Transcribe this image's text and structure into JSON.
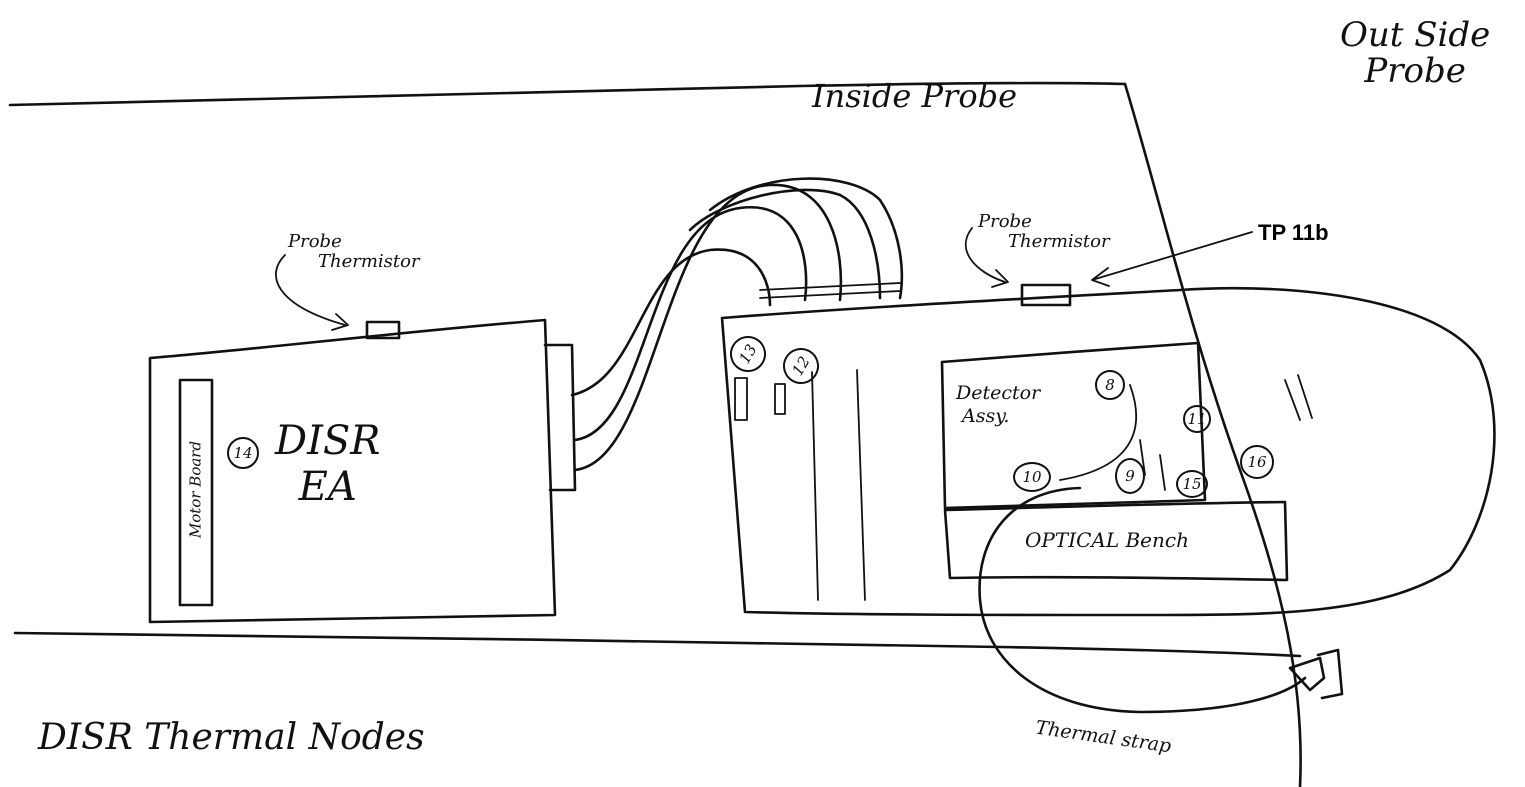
{
  "labels": {
    "outside_probe_line1": "Out Side",
    "outside_probe_line2": "Probe",
    "inside_probe": "Inside Probe",
    "probe_thermistor_left_line1": "Probe",
    "probe_thermistor_left_line2": "Thermistor",
    "probe_thermistor_right_line1": "Probe",
    "probe_thermistor_right_line2": "Thermistor",
    "tp_label": "TP 11b",
    "disr_ea_line1": "DISR",
    "disr_ea_line2": "EA",
    "motor_board": "Motor Board",
    "detector_assy_line1": "Detector",
    "detector_assy_line2": "Assy.",
    "optical_bench": "OPTICAL Bench",
    "thermal_strap": "Thermal strap",
    "title": "DISR Thermal Nodes"
  },
  "nodes": {
    "n14": "14",
    "n13": "13",
    "n12": "12",
    "n8": "8",
    "n11": "11",
    "n10": "10",
    "n9": "9",
    "n15": "15",
    "n16": "16"
  }
}
